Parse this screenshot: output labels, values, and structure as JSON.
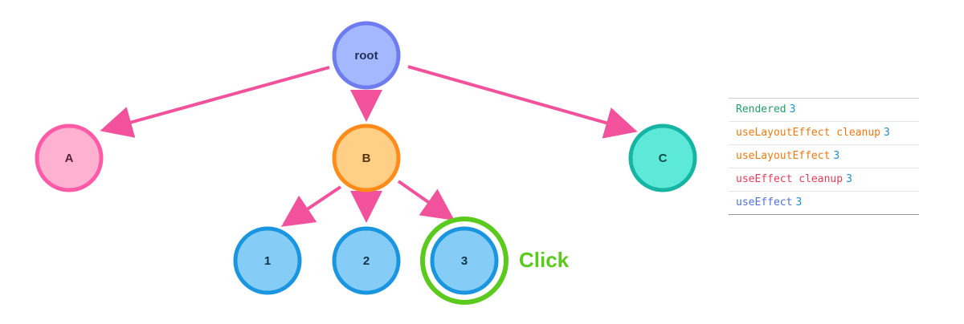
{
  "nodes": {
    "root": {
      "label": "root",
      "fill": "#a3b8ff",
      "stroke": "#6e7cf0",
      "text": "#22305a"
    },
    "a": {
      "label": "A",
      "fill": "#ffb1d1",
      "stroke": "#ff5aa8",
      "text": "#5a1f3a"
    },
    "b": {
      "label": "B",
      "fill": "#ffcf85",
      "stroke": "#ff8c1a",
      "text": "#5a3410"
    },
    "c": {
      "label": "C",
      "fill": "#5ce9d8",
      "stroke": "#16b5a3",
      "text": "#104a44"
    },
    "n1": {
      "label": "1",
      "fill": "#85cdf7",
      "stroke": "#1a95e0",
      "text": "#10324a"
    },
    "n2": {
      "label": "2",
      "fill": "#85cdf7",
      "stroke": "#1a95e0",
      "text": "#10324a"
    },
    "n3": {
      "label": "3",
      "fill": "#85cdf7",
      "stroke": "#1a95e0",
      "text": "#10324a"
    }
  },
  "edge_color": "#f2519c",
  "highlight": {
    "label": "Click",
    "color": "#5acb1c"
  },
  "log": [
    {
      "text": "Rendered",
      "count": "3",
      "color": "#1fa06b"
    },
    {
      "text": "useLayoutEffect cleanup",
      "count": "3",
      "color": "#f0780e"
    },
    {
      "text": "useLayoutEffect",
      "count": "3",
      "color": "#f0780e"
    },
    {
      "text": "useEffect cleanup",
      "count": "3",
      "color": "#ee3a58"
    },
    {
      "text": "useEffect",
      "count": "3",
      "color": "#4e72dc"
    }
  ]
}
